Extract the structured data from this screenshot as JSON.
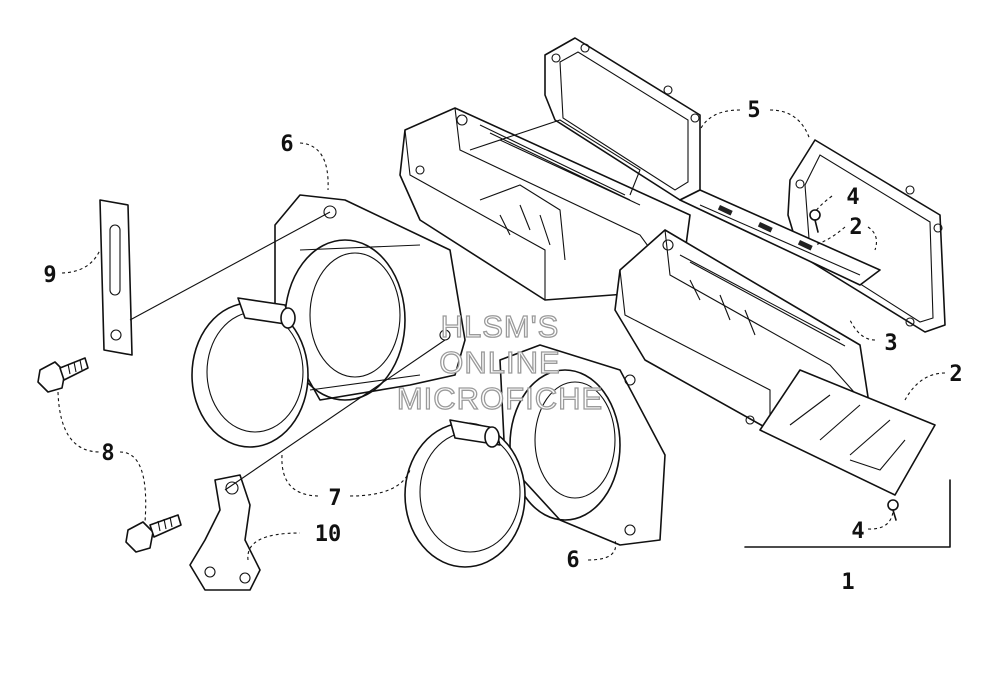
{
  "watermark": {
    "line1": "HLSM'S",
    "line2": "ONLINE",
    "line3": "MICROFICHE"
  },
  "callouts": {
    "c1": "1",
    "c2a": "2",
    "c2b": "2",
    "c3": "3",
    "c4a": "4",
    "c4b": "4",
    "c5": "5",
    "c6a": "6",
    "c6b": "6",
    "c7": "7",
    "c8": "8",
    "c9": "9",
    "c10": "10"
  }
}
